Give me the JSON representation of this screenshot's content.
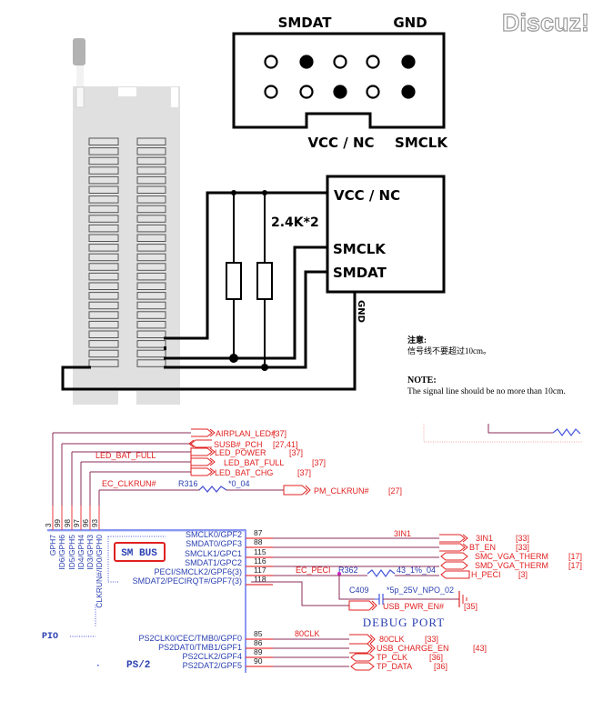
{
  "watermark": "Discuz!",
  "connector": {
    "top_labels": [
      "SMDAT",
      "GND"
    ],
    "bottom_labels": [
      "VCC / NC",
      "SMCLK"
    ],
    "pins_row1": [
      "open",
      "filled",
      "open",
      "open",
      "filled"
    ],
    "pins_row2": [
      "open",
      "open",
      "filled",
      "open",
      "filled"
    ]
  },
  "wiring": {
    "resistor_label": "2.4K*2",
    "box_labels": [
      "VCC / NC",
      "SMCLK",
      "SMDAT"
    ],
    "gnd_label": "GND"
  },
  "note": {
    "cn_title": "注意:",
    "cn_text": "信号线不要超过10cm。",
    "en_title": "NOTE:",
    "en_text": "The signal line should be no more than 10cm."
  },
  "schematic": {
    "top_nets": [
      {
        "name": "AIRPLAN_LED#",
        "ref": "[37]"
      },
      {
        "name": "SUSB#_PCH",
        "ref": "[27,41]"
      },
      {
        "name": "LED_POWER",
        "ref": "[37]"
      },
      {
        "name": "LED_BAT_FULL",
        "ref": "[37]"
      },
      {
        "name": "LED_BAT_CHG",
        "ref": "[37]"
      }
    ],
    "wire_label_led": "LED_BAT_FULL",
    "clkrun": {
      "net": "EC_CLKRUN#",
      "resistor": "R316",
      "value": "*0_04",
      "port": "PM_CLKRUN#",
      "ref": "[27]"
    },
    "pin_numbers_top": [
      "3",
      "99",
      "98",
      "97",
      "96",
      "93"
    ],
    "pin_names_vertical": [
      "GPH7",
      "ID6/GPH6",
      "ID5/GPH5",
      "ID4/GPH4",
      "ID3/GPH3",
      "CLKRUN#/ID0/GPH0"
    ],
    "smbus_label": "SM BUS",
    "smbus_pins": [
      {
        "name": "SMCLK0/GPF2",
        "num": "87"
      },
      {
        "name": "SMDAT0/GPF3",
        "num": "88"
      },
      {
        "name": "SMCLK1/GPC1",
        "num": "115"
      },
      {
        "name": "SMDAT1/GPC2",
        "num": "116"
      },
      {
        "name": "PECI/SMCLK2/GPF6(3)",
        "num": "117"
      },
      {
        "name": "SMDAT2/PECIRQT#/GPF7(3)",
        "num": "118"
      }
    ],
    "smbus_nets": [
      {
        "name": "3IN1",
        "ref": "[33]"
      },
      {
        "name": "BT_EN",
        "ref": "[33]"
      },
      {
        "name": "SMC_VGA_THERM",
        "ref": "[17]"
      },
      {
        "name": "SMD_VGA_THERM",
        "ref": "[17]"
      },
      {
        "name": "H_PECI",
        "ref": "[3]"
      }
    ],
    "wire_label_3in1": "3IN1",
    "peci": {
      "net": "EC_PECI",
      "resistor": "R362",
      "value": "43_1%_04"
    },
    "cap": {
      "name": "C409",
      "value": "*5p_25V_NPO_02"
    },
    "usb_pwr": {
      "name": "USB_PWR_EN#",
      "ref": "[35]"
    },
    "pio_label": "PIO",
    "ps2_label": "PS/2",
    "debug_label": "DEBUG PORT",
    "ps2_pins": [
      {
        "name": "PS2CLK0/CEC/TMB0/GPF0",
        "num": "85"
      },
      {
        "name": "PS2DAT0/TMB1/GPF1",
        "num": "86"
      },
      {
        "name": "PS2CLK2/GPF4",
        "num": "89"
      },
      {
        "name": "PS2DAT2/GPF5",
        "num": "90"
      }
    ],
    "wire_label_80clk": "80CLK",
    "ps2_nets": [
      {
        "name": "80CLK",
        "ref": "[33]"
      },
      {
        "name": "USB_CHARGE_EN",
        "ref": "[43]"
      },
      {
        "name": "TP_CLK",
        "ref": "[36]"
      },
      {
        "name": "TP_DATA",
        "ref": "[36]"
      }
    ]
  },
  "colors": {
    "wire_red": "#e8393c",
    "wire_purple": "#8b2c5a",
    "text_blue": "#2a3fb0",
    "chip_blue": "#4455dd",
    "net_red": "#e02020"
  }
}
